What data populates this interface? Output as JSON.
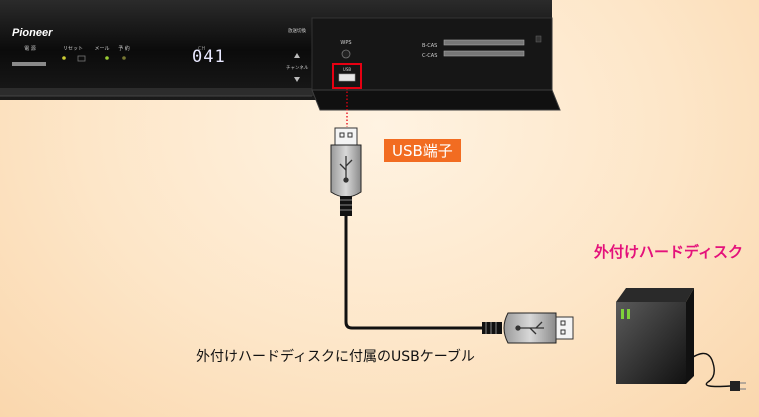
{
  "device": {
    "brand": "Pioneer",
    "led_labels": [
      "電 源",
      "リセット",
      "メール",
      "予 約"
    ],
    "ch_label": "CH",
    "display_value": "041",
    "right_labels": [
      "放送切換",
      "チャンネル"
    ],
    "wps_label": "WPS",
    "usb_port_label": "USB",
    "card_labels": [
      "B-CAS",
      "C-CAS"
    ]
  },
  "labels": {
    "usb_port": "USB端子",
    "external_hdd": "外付けハードディスク",
    "cable": "外付けハードディスクに付属のUSBケーブル"
  },
  "colors": {
    "accent_orange": "#f26c21",
    "highlight_red": "#e60012",
    "hdd_label_magenta": "#e4117b"
  }
}
